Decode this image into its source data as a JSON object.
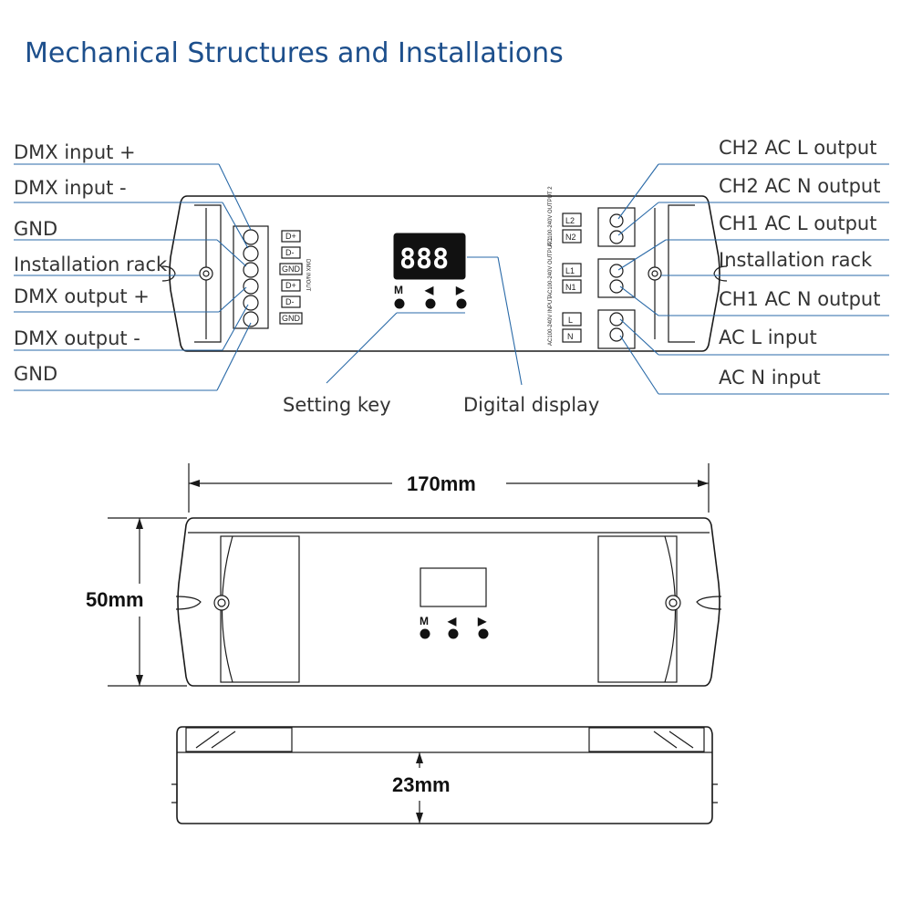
{
  "title": "Mechanical Structures and Installations",
  "callouts": {
    "left": [
      "DMX input +",
      "DMX input -",
      "GND",
      "Installation rack",
      "DMX output +",
      "DMX output -",
      "GND"
    ],
    "right": [
      "CH2 AC L output",
      "CH2 AC N output",
      "CH1 AC L output",
      "Installation rack",
      "CH1 AC N output",
      "AC L input",
      "AC N input"
    ],
    "bottom": [
      "Setting key",
      "Digital display"
    ]
  },
  "device": {
    "dmx_terminals": [
      "D+",
      "D-",
      "GND",
      "D+",
      "D-",
      "GND"
    ],
    "dmx_block_label": "DMX IN/OUT",
    "display_digits": "888",
    "keys": [
      "M",
      "◀",
      "▶"
    ],
    "output2_label": "AC100-240V OUTPUT 2",
    "output1_label": "AC100-240V OUTPUT 1",
    "input_label": "AC100-240V INPUT",
    "output2_terminals": [
      "L2",
      "N2"
    ],
    "output1_terminals": [
      "L1",
      "N1"
    ],
    "input_terminals": [
      "L",
      "N"
    ]
  },
  "dimensions": {
    "length": "170mm",
    "width": "50mm",
    "height": "23mm"
  }
}
